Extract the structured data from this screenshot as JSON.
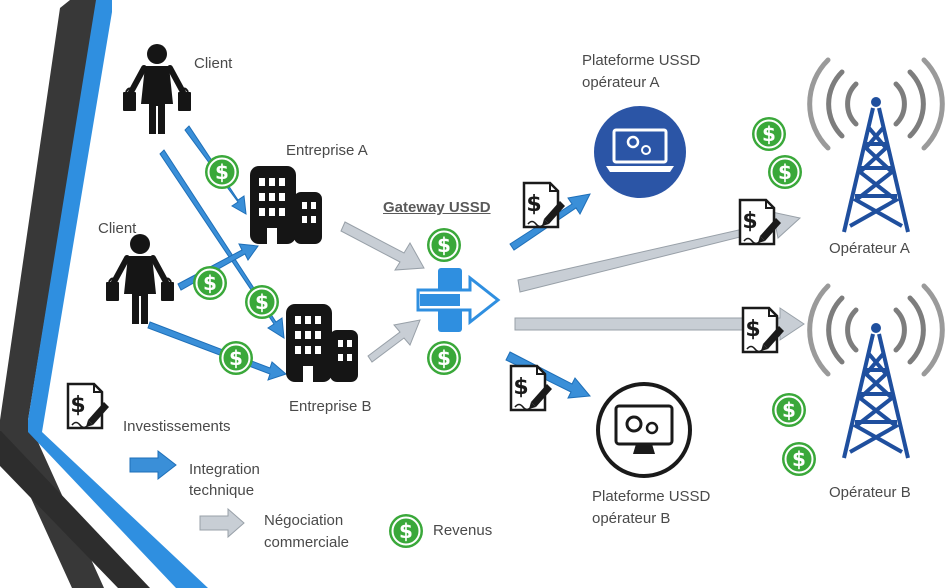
{
  "labels": {
    "client_1": "Client",
    "client_2": "Client",
    "entreprise_a": "Entreprise A",
    "entreprise_b": "Entreprise B",
    "gateway": "Gateway USSD",
    "plateforme_a_line1": "Plateforme USSD",
    "plateforme_a_line2": "opérateur A",
    "plateforme_b_line1": "Plateforme USSD",
    "plateforme_b_line2": "opérateur B",
    "operateur_a": "Opérateur A",
    "operateur_b": "Opérateur B"
  },
  "legend": {
    "investissements": "Investissements",
    "integration_line1": "Integration",
    "integration_line2": "technique",
    "negociation_line1": "Négociation",
    "negociation_line2": "commerciale",
    "revenus": "Revenus"
  },
  "colors": {
    "blue_arrow": "#3a8fd8",
    "gray_arrow": "#c5cbd2",
    "revenue_green": "#3aa83a",
    "platform_a_blue": "#2b55a6",
    "tower_blue": "#1f4f9e",
    "dark_stripe": "#2d2d2d",
    "light_blue_stripe": "#2f8fe0"
  },
  "icons": [
    "person-with-bags-icon",
    "building-icon",
    "dollar-coin-icon",
    "contract-icon",
    "laptop-gear-icon",
    "monitor-gear-icon",
    "radio-tower-icon",
    "gateway-icon"
  ]
}
